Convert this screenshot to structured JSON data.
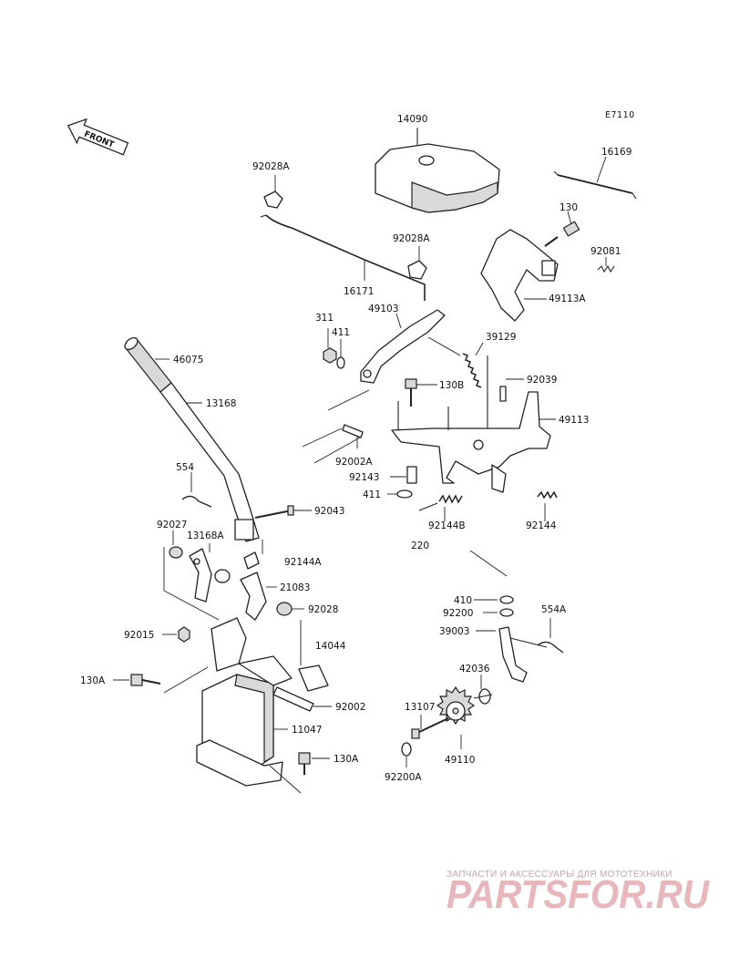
{
  "diagram": {
    "code": "E7110",
    "front_label": "FRONT",
    "watermark": {
      "caption": "ЗАПЧАСТИ И АКСЕССУАРЫ ДЛЯ МОТОТЕХНИКИ",
      "brand": "PARTSFOR.RU"
    },
    "labels": {
      "l14090": "14090",
      "l16169": "16169",
      "l92028A_1": "92028A",
      "l130_top": "130",
      "l92081": "92081",
      "l92028A_2": "92028A",
      "l49113A": "49113A",
      "l16171": "16171",
      "l311": "311",
      "l411_top": "411",
      "l49103": "49103",
      "l39129": "39129",
      "l46075": "46075",
      "l130B": "130B",
      "l92039": "92039",
      "l13168": "13168",
      "l49113": "49113",
      "l92002A": "92002A",
      "l554": "554",
      "l92143": "92143",
      "l411_mid": "411",
      "l92043": "92043",
      "l92144B": "92144B",
      "l92144": "92144",
      "l92027": "92027",
      "l13168A": "13168A",
      "l220": "220",
      "l92144A": "92144A",
      "l21083": "21083",
      "l410": "410",
      "l92028": "92028",
      "l92200": "92200",
      "l554A": "554A",
      "l92015": "92015",
      "l39003": "39003",
      "l14044": "14044",
      "l130A_1": "130A",
      "l42036": "42036",
      "l92002": "92002",
      "l13107": "13107",
      "l11047": "11047",
      "l49110": "49110",
      "l130A_2": "130A",
      "l92200A": "92200A"
    }
  }
}
